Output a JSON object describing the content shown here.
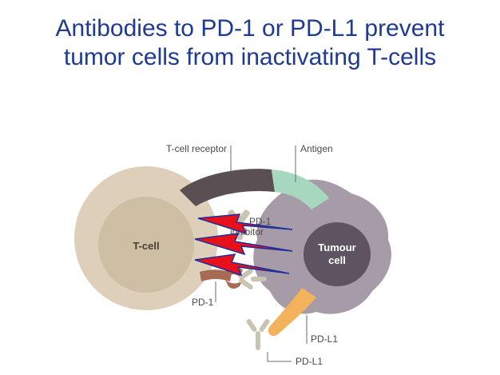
{
  "slide": {
    "title_line_1": "Antibodies to PD-1 or PD-L1 prevent",
    "title_line_2": "tumor cells from inactivating T-cells"
  },
  "diagram": {
    "t_cell_label": "T-cell",
    "tumour_cell_label_1": "Tumour",
    "tumour_cell_label_2": "cell",
    "t_cell_receptor_label": "T-cell receptor",
    "antigen_label": "Antigen",
    "pd1_inhibitor_label_1": "PD-1",
    "pd1_inhibitor_label_2": "inhibitor",
    "pd1_label": "PD-1",
    "pdl1_label": "PD-L1",
    "pdl1_inhibitor_label": "PD-L1"
  },
  "colors": {
    "title": "#1f3a93",
    "t_cell": "#ddcfb9",
    "t_cell_nucleus": "#cdbea4",
    "tumour_cell": "#a79ba8",
    "tumour_nucleus": "#5e5360",
    "t_cell_receptor": "#5a4f52",
    "antigen": "#a6d8c0",
    "pd1": "#a86a52",
    "pdl1": "#f2b35c",
    "antibody": "#c9c3b3",
    "lightning_red": "#e8101a",
    "lightning_blue": "#1c2f9b"
  }
}
